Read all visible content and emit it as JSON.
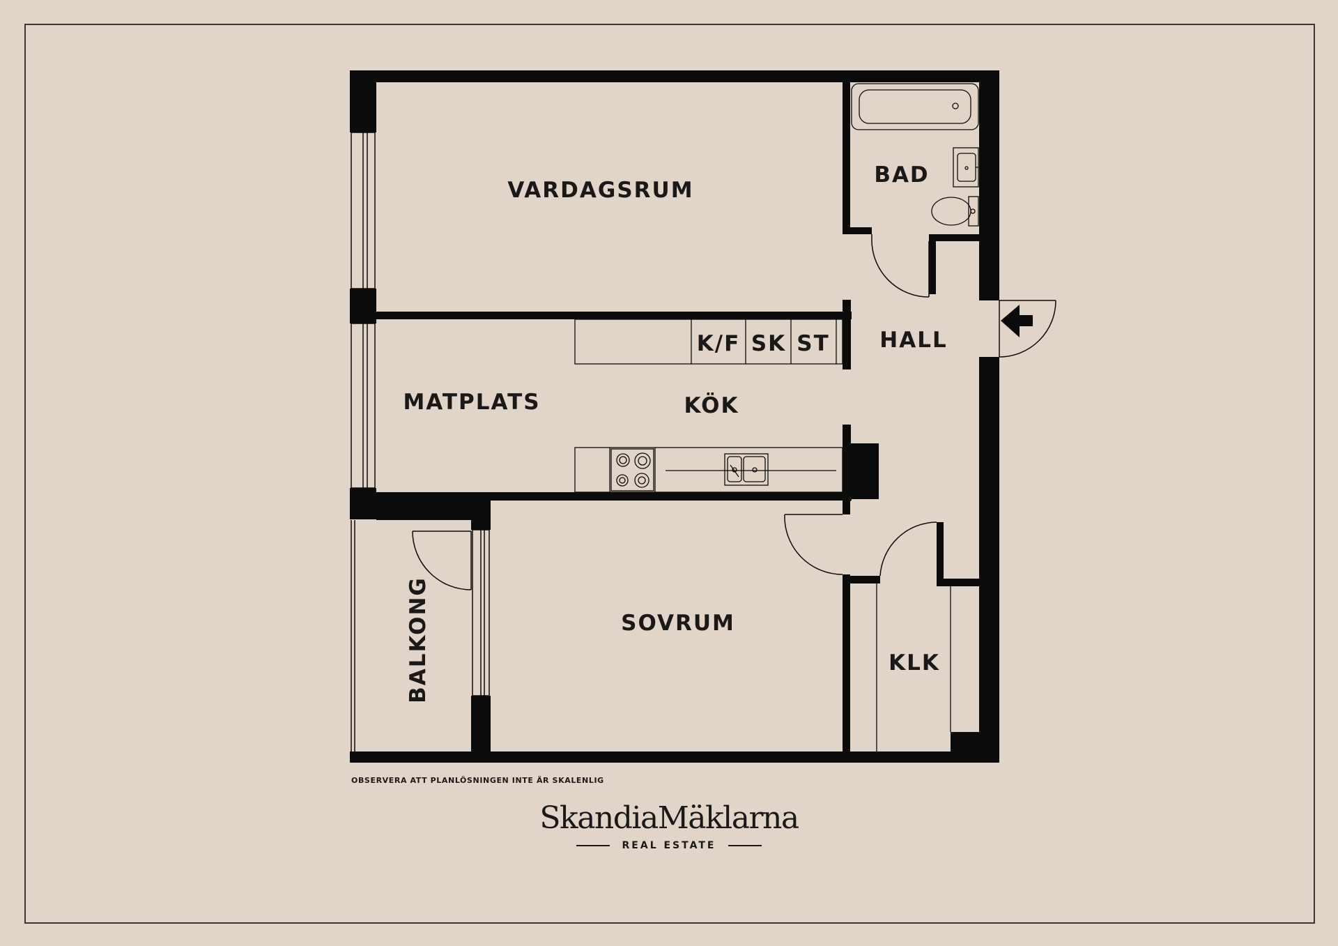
{
  "rooms": {
    "vardagsrum": "VARDAGSRUM",
    "bad": "BAD",
    "hall": "HALL",
    "kok": "KÖK",
    "matplats": "MATPLATS",
    "kf": "K/F",
    "sk": "SK",
    "st": "ST",
    "sovrum": "SOVRUM",
    "balkong": "BALKONG",
    "klk": "KLK"
  },
  "disclaimer": "OBSERVERA ATT PLANLÖSNINGEN INTE ÄR SKALENLIG",
  "logo": {
    "name": "SkandiaMäklarna",
    "subtitle": "REAL ESTATE"
  },
  "colors": {
    "background": "#e1d5c9",
    "walls": "#0c0b0b",
    "text": "#1b1918"
  }
}
